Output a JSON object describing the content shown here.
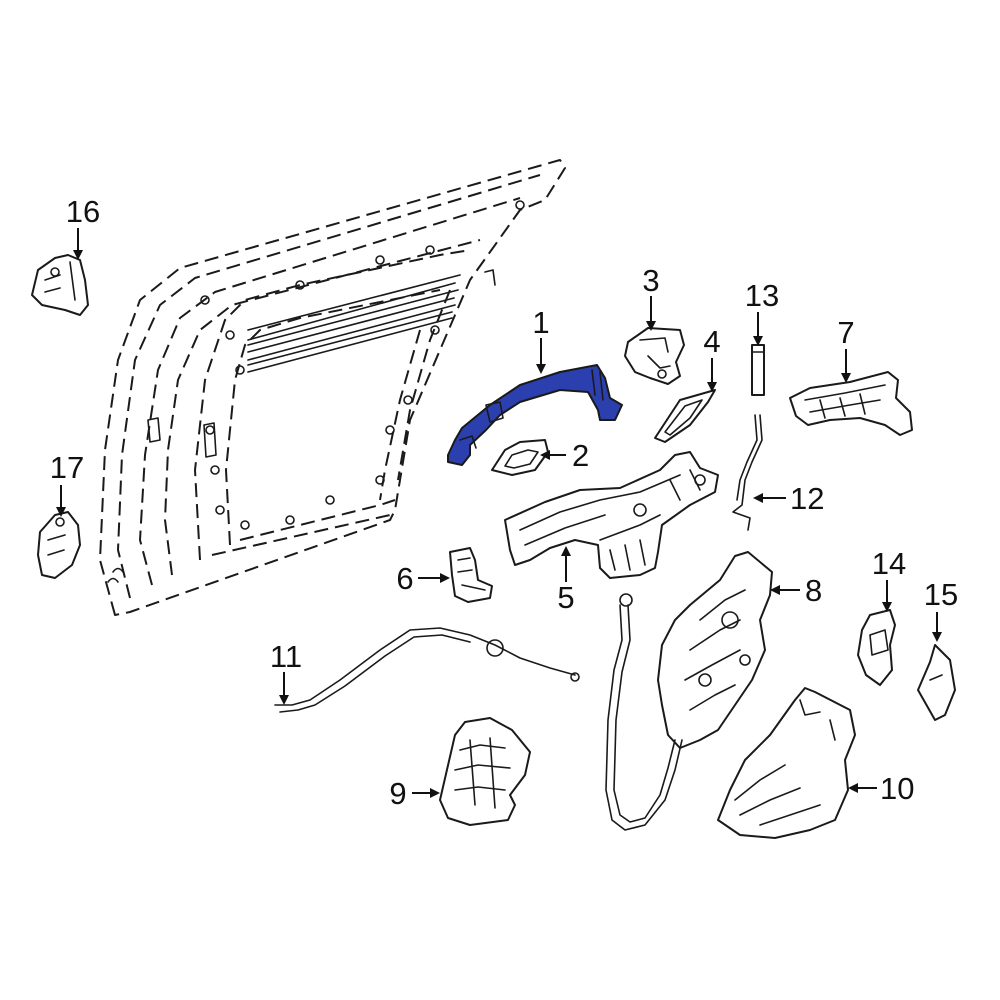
{
  "diagram": {
    "highlight_color": "#2b3fae",
    "line_color": "#1a1a1a",
    "background": "#ffffff",
    "callouts": {
      "c1": "1",
      "c2": "2",
      "c3": "3",
      "c4": "4",
      "c5": "5",
      "c6": "6",
      "c7": "7",
      "c8": "8",
      "c9": "9",
      "c10": "10",
      "c11": "11",
      "c12": "12",
      "c13": "13",
      "c14": "14",
      "c15": "15",
      "c16": "16",
      "c17": "17"
    }
  }
}
